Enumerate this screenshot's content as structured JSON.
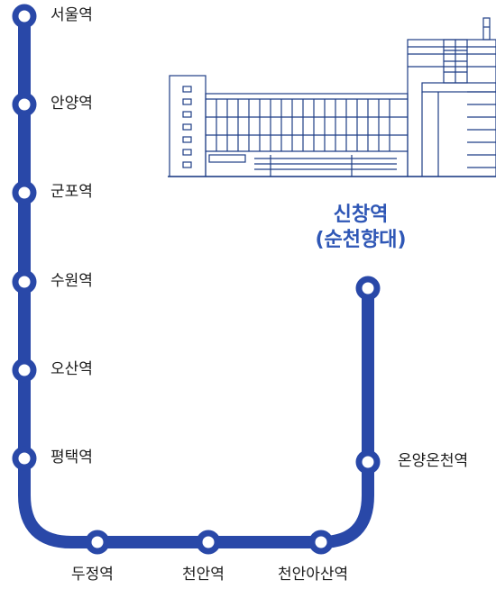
{
  "colors": {
    "line": "#2948a8",
    "station_fill": "#ffffff",
    "label": "#1d1d1d",
    "destination": "#2f57b6",
    "building": "#1f3e86"
  },
  "stations": [
    {
      "id": "seoul",
      "name": "서울역"
    },
    {
      "id": "anyang",
      "name": "안양역"
    },
    {
      "id": "gunpo",
      "name": "군포역"
    },
    {
      "id": "suwon",
      "name": "수원역"
    },
    {
      "id": "osan",
      "name": "오산역"
    },
    {
      "id": "pyeongtaek",
      "name": "평택역"
    },
    {
      "id": "dujeong",
      "name": "두정역"
    },
    {
      "id": "cheonan",
      "name": "천안역"
    },
    {
      "id": "cheonan-asan",
      "name": "천안아산역"
    },
    {
      "id": "onyang-oncheon",
      "name": "온양온천역"
    }
  ],
  "destination": {
    "line1": "신창역",
    "line2": "(순천향대)",
    "icon": "university-building"
  }
}
